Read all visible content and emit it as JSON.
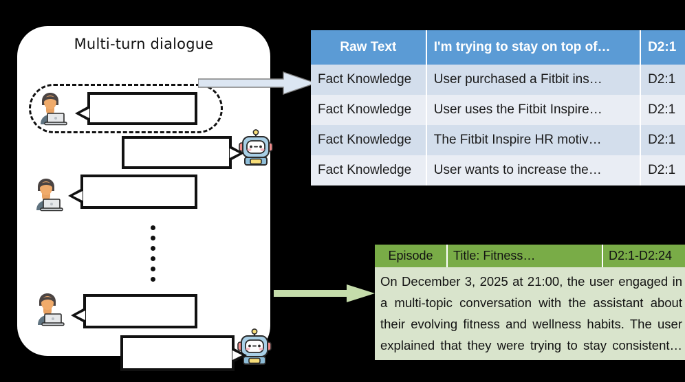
{
  "dialogue": {
    "title": "Multi-turn dialogue",
    "highlight_name": "first-turn-highlight",
    "ellipsis_dots": 6,
    "turns": [
      {
        "speaker": "user",
        "bubble": ""
      },
      {
        "speaker": "assistant",
        "bubble": ""
      },
      {
        "speaker": "user",
        "bubble": ""
      },
      {
        "speaker": "user",
        "bubble": ""
      },
      {
        "speaker": "assistant",
        "bubble": ""
      }
    ]
  },
  "arrows": {
    "fact_arrow": {
      "name": "blue-arrow",
      "color": "#DCE6F2",
      "border": "#7F7F7F"
    },
    "episode_arrow": {
      "name": "green-arrow",
      "color": "#C5DCAB"
    }
  },
  "fact_table": {
    "header_color": "#5B9BD5",
    "row_alt_colors": [
      "#D3DEEC",
      "#E9EDF4"
    ],
    "columns": [
      "Raw Text",
      "I'm trying to stay on top of…",
      "D2:1"
    ],
    "rows": [
      [
        "Fact Knowledge",
        "User purchased a Fitbit ins…",
        "D2:1"
      ],
      [
        "Fact Knowledge",
        "User uses the Fitbit Inspire…",
        "D2:1"
      ],
      [
        "Fact Knowledge",
        "The Fitbit Inspire HR motiv…",
        "D2:1"
      ],
      [
        "Fact Knowledge",
        "User wants to increase the…",
        "D2:1"
      ]
    ]
  },
  "episode": {
    "header_color": "#79AC47",
    "body_color": "#D9E4CC",
    "header": [
      "Episode",
      "Title: Fitness…",
      "D2:1-D2:24"
    ],
    "body": "On December 3, 2025 at 21:00, the user engaged in a multi-topic conversation with the assistant about their evolving fitness and wellness habits. The user explained that they were trying to stay consistent…"
  }
}
